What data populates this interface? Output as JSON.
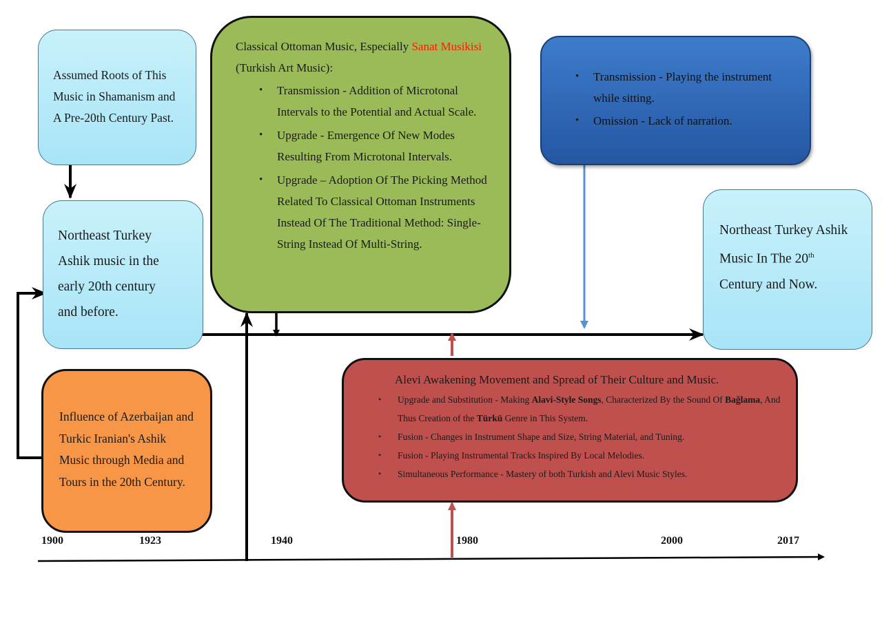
{
  "boxes": {
    "roots": {
      "text": "Assumed Roots of This Music in Shamanism and A Pre-20th Century Past."
    },
    "early": {
      "text": "Northeast Turkey Ashik music in the early 20th century and before."
    },
    "ottoman": {
      "intro_before": "Classical Ottoman Music, Especially ",
      "intro_highlight": "Sanat Musikisi",
      "intro_after": " (Turkish Art Music):",
      "items": [
        "Transmission - Addition of Microtonal Intervals to the Potential and Actual Scale.",
        "Upgrade - Emergence Of New Modes Resulting From Microtonal Intervals.",
        "Upgrade – Adoption Of The Picking Method Related To Classical Ottoman Instruments Instead Of The Traditional Method: Single-String Instead Of Multi-String."
      ]
    },
    "blue": {
      "items": [
        "Transmission - Playing the instrument while sitting.",
        "Omission - Lack of narration."
      ]
    },
    "now": {
      "line1": "Northeast Turkey Ashik Music In The 20",
      "sup": "th",
      "line2": " Century  and Now."
    },
    "azerbaijan": {
      "text": "Influence of Azerbaijan and Turkic Iranian's Ashik Music through Media and Tours in the 20th Century."
    },
    "alevi": {
      "title": "Alevi Awakening Movement and Spread of Their Culture and Music.",
      "item1_a": "Upgrade and Substitution - Making ",
      "item1_b": "Alavi-Style Songs",
      "item1_c": ", Characterized By the Sound Of ",
      "item1_d": "Bağlama",
      "item1_e": ", And Thus Creation of the ",
      "item1_f": "Türkü",
      "item1_g": " Genre in This System.",
      "items": [
        "Fusion - Changes in Instrument Shape and Size, String Material, and Tuning.",
        "Fusion - Playing Instrumental Tracks Inspired By Local Melodies.",
        "Simultaneous Performance - Mastery of both Turkish and Alevi Music Styles."
      ]
    }
  },
  "timeline": {
    "years": [
      "1900",
      "1923",
      "1940",
      "1980",
      "2000",
      "2017"
    ]
  },
  "colors": {
    "light_box": "#a8e4f7",
    "green_box": "#9bbb59",
    "blue_box": "#2f67b5",
    "orange_box": "#f79646",
    "red_box": "#c0504d",
    "red_arrow": "#c0504d",
    "blue_arrow": "#5b8fd0"
  }
}
